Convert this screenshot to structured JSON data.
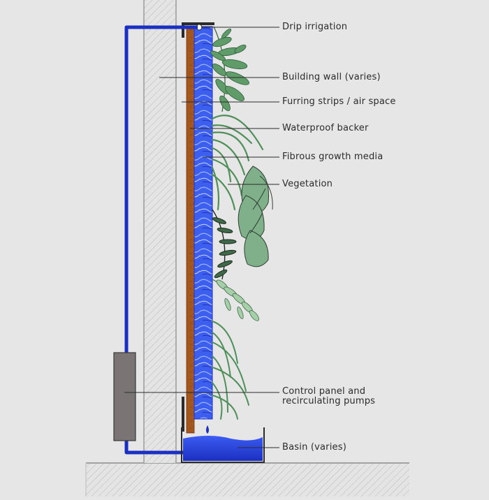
{
  "labels": {
    "drip_irrigation": "Drip irrigation",
    "building_wall": "Building wall (varies)",
    "furring_strips": "Furring strips / air space",
    "waterproof_backer": "Waterproof backer",
    "growth_media": "Fibrous growth media",
    "vegetation": "Vegetation",
    "control_panel": "Control panel and\nrecirculating pumps",
    "basin": "Basin (varies)"
  },
  "colors": {
    "background": "#e6e6e6",
    "pipe": "#1b2fc2",
    "water": "#2f4fe6",
    "backer": "#9a4e1c",
    "control_panel": "#7a7474",
    "foliage": "#4f8f5a"
  }
}
